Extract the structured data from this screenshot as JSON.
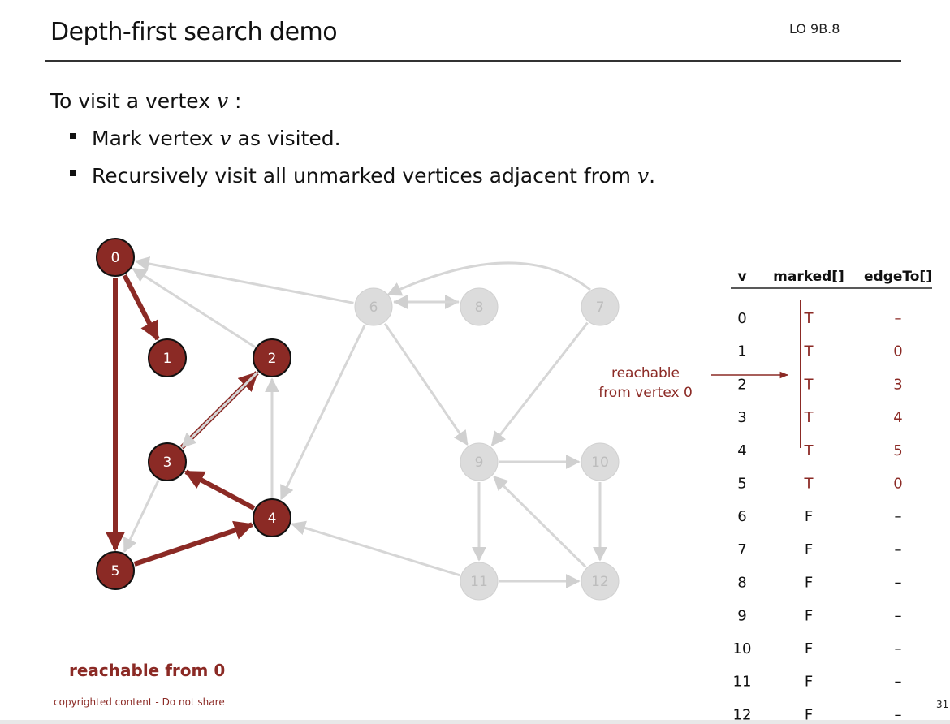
{
  "header": {
    "title": "Depth-first search demo",
    "code": "LO 9B.8"
  },
  "intro": {
    "text": "To visit a vertex ",
    "var": "v",
    "suffix": " :"
  },
  "bullets": [
    {
      "pre": "Mark vertex ",
      "var": "v",
      "post": " as visited."
    },
    {
      "pre": "Recursively visit all unmarked vertices adjacent from ",
      "var": "v",
      "post": "."
    }
  ],
  "colors": {
    "visited_fill": "#8b2a25",
    "visited_edge": "#8b2a25",
    "unvisited_fill": "#dcdcdc",
    "unvisited_edge": "#d6d6d6",
    "unvisited_text": "#bdbdbd"
  },
  "graph": {
    "vertices": [
      {
        "id": "0",
        "state": "visited"
      },
      {
        "id": "1",
        "state": "visited"
      },
      {
        "id": "2",
        "state": "visited"
      },
      {
        "id": "3",
        "state": "visited"
      },
      {
        "id": "4",
        "state": "visited"
      },
      {
        "id": "5",
        "state": "visited"
      },
      {
        "id": "6",
        "state": "unvisited"
      },
      {
        "id": "7",
        "state": "unvisited"
      },
      {
        "id": "8",
        "state": "unvisited"
      },
      {
        "id": "9",
        "state": "unvisited"
      },
      {
        "id": "10",
        "state": "unvisited"
      },
      {
        "id": "11",
        "state": "unvisited"
      },
      {
        "id": "12",
        "state": "unvisited"
      }
    ],
    "edges": [
      {
        "from": "0",
        "to": "1",
        "tree": true
      },
      {
        "from": "0",
        "to": "5",
        "tree": true
      },
      {
        "from": "3",
        "to": "2",
        "tree": true
      },
      {
        "from": "4",
        "to": "3",
        "tree": true
      },
      {
        "from": "5",
        "to": "4",
        "tree": true
      },
      {
        "from": "2",
        "to": "0",
        "tree": false
      },
      {
        "from": "2",
        "to": "3",
        "tree": false
      },
      {
        "from": "4",
        "to": "2",
        "tree": false
      },
      {
        "from": "3",
        "to": "5",
        "tree": false
      },
      {
        "from": "6",
        "to": "0",
        "tree": false
      },
      {
        "from": "6",
        "to": "4",
        "tree": false
      },
      {
        "from": "6",
        "to": "8",
        "tree": false
      },
      {
        "from": "8",
        "to": "6",
        "tree": false
      },
      {
        "from": "6",
        "to": "9",
        "tree": false
      },
      {
        "from": "7",
        "to": "6",
        "tree": false,
        "curved": true
      },
      {
        "from": "7",
        "to": "9",
        "tree": false
      },
      {
        "from": "9",
        "to": "10",
        "tree": false
      },
      {
        "from": "9",
        "to": "11",
        "tree": false
      },
      {
        "from": "10",
        "to": "12",
        "tree": false
      },
      {
        "from": "11",
        "to": "4",
        "tree": false
      },
      {
        "from": "11",
        "to": "12",
        "tree": false
      },
      {
        "from": "12",
        "to": "9",
        "tree": false
      }
    ]
  },
  "annotation": {
    "line1": "reachable",
    "line2": "from vertex 0"
  },
  "table": {
    "headers": [
      "v",
      "marked[]",
      "edgeTo[]"
    ],
    "rows": [
      {
        "v": "0",
        "marked": "T",
        "edgeTo": "–",
        "active": true
      },
      {
        "v": "1",
        "marked": "T",
        "edgeTo": "0",
        "active": true
      },
      {
        "v": "2",
        "marked": "T",
        "edgeTo": "3",
        "active": true
      },
      {
        "v": "3",
        "marked": "T",
        "edgeTo": "4",
        "active": true
      },
      {
        "v": "4",
        "marked": "T",
        "edgeTo": "5",
        "active": true
      },
      {
        "v": "5",
        "marked": "T",
        "edgeTo": "0",
        "active": true
      },
      {
        "v": "6",
        "marked": "F",
        "edgeTo": "–",
        "active": false
      },
      {
        "v": "7",
        "marked": "F",
        "edgeTo": "–",
        "active": false
      },
      {
        "v": "8",
        "marked": "F",
        "edgeTo": "–",
        "active": false
      },
      {
        "v": "9",
        "marked": "F",
        "edgeTo": "–",
        "active": false
      },
      {
        "v": "10",
        "marked": "F",
        "edgeTo": "–",
        "active": false
      },
      {
        "v": "11",
        "marked": "F",
        "edgeTo": "–",
        "active": false
      },
      {
        "v": "12",
        "marked": "F",
        "edgeTo": "–",
        "active": false
      }
    ]
  },
  "caption": "reachable from 0",
  "footer": {
    "copyright": "copyrighted content - Do not share",
    "page": "31"
  }
}
